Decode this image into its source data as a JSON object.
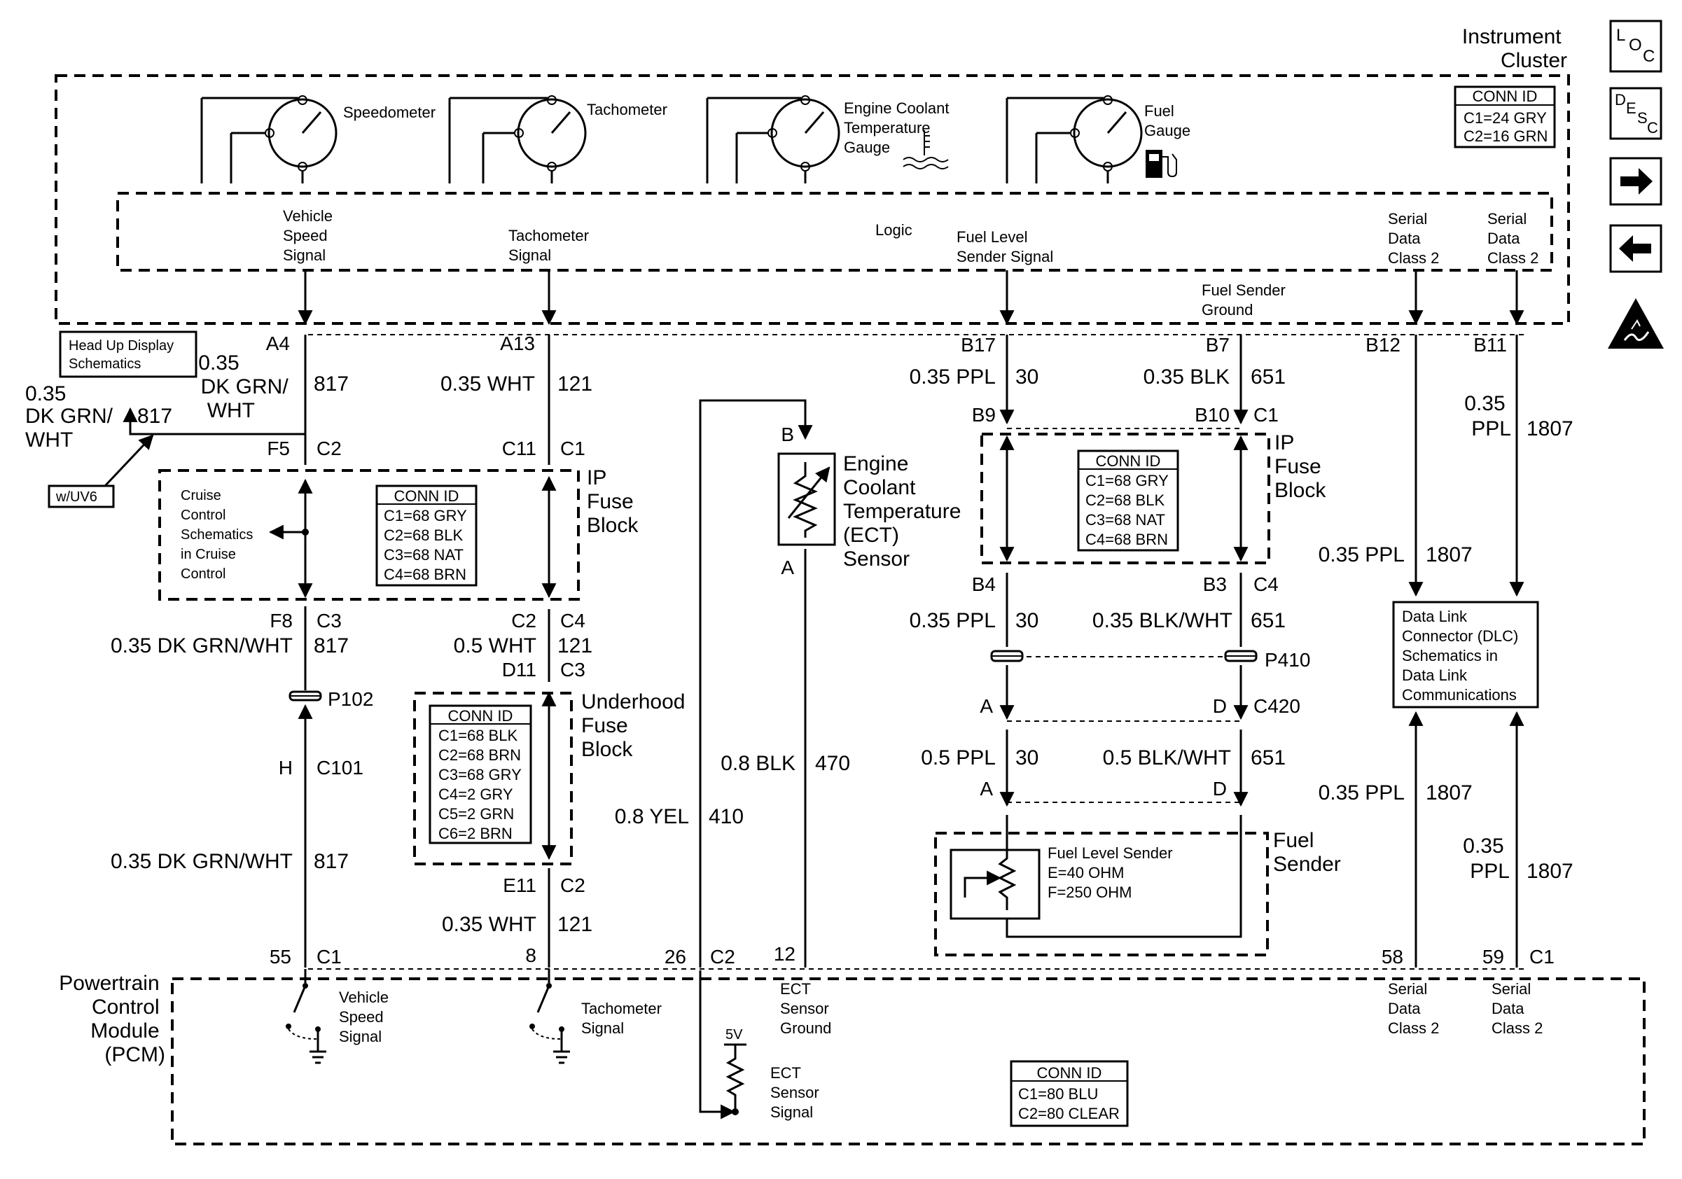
{
  "modules": {
    "instrument_cluster": [
      "Instrument",
      "Cluster"
    ],
    "pcm": [
      "Powertrain",
      "Control",
      "Module",
      "(PCM)"
    ],
    "ip_fuse_block": [
      "IP",
      "Fuse",
      "Block"
    ],
    "underhood_fuse_block": [
      "Underhood",
      "Fuse",
      "Block"
    ],
    "fuel_sender": [
      "Fuel",
      "Sender"
    ],
    "ect_sensor": [
      "Engine",
      "Coolant",
      "Temperature",
      "(ECT)",
      "Sensor"
    ]
  },
  "gauges": {
    "speedometer": "Speedometer",
    "tachometer": "Tachometer",
    "ect_gauge": [
      "Engine Coolant",
      "Temperature",
      "Gauge"
    ],
    "fuel_gauge": [
      "Fuel",
      "Gauge"
    ]
  },
  "cluster_signals": {
    "vss": [
      "Vehicle",
      "Speed",
      "Signal"
    ],
    "tach": [
      "Tachometer",
      "Signal"
    ],
    "logic": "Logic",
    "fuel_level": [
      "Fuel Level",
      "Sender Signal"
    ],
    "fuel_ground": [
      "Fuel Sender",
      "Ground"
    ],
    "serial1": [
      "Serial",
      "Data",
      "Class 2"
    ],
    "serial2": [
      "Serial",
      "Data",
      "Class 2"
    ]
  },
  "conn_ids": {
    "cluster": {
      "title": "CONN ID",
      "lines": [
        "C1=24 GRY",
        "C2=16 GRN"
      ]
    },
    "ip_left": {
      "title": "CONN ID",
      "lines": [
        "C1=68 GRY",
        "C2=68 BLK",
        "C3=68 NAT",
        "C4=68 BRN"
      ]
    },
    "ip_right": {
      "title": "CONN ID",
      "lines": [
        "C1=68 GRY",
        "C2=68 BLK",
        "C3=68 NAT",
        "C4=68 BRN"
      ]
    },
    "underhood": {
      "title": "CONN ID",
      "lines": [
        "C1=68 BLK",
        "C2=68 BRN",
        "C3=68 GRY",
        "C4=2 GRY",
        "C5=2 GRN",
        "C6=2 BRN"
      ]
    },
    "pcm": {
      "title": "CONN ID",
      "lines": [
        "C1=80 BLU",
        "C2=80 CLEAR"
      ]
    }
  },
  "reference_boxes": {
    "hud": [
      "Head Up Display",
      "Schematics"
    ],
    "uv6": "w/UV6",
    "cruise": [
      "Cruise",
      "Control",
      "Schematics",
      "in Cruise",
      "Control"
    ],
    "dlc": [
      "Data Link",
      "Connector (DLC)",
      "Schematics in",
      "Data Link",
      "Communications"
    ],
    "fuel_level_sender": [
      "Fuel Level Sender",
      "E=40 OHM",
      "F=250 OHM"
    ]
  },
  "pins": {
    "A4": "A4",
    "A13": "A13",
    "B17": "B17",
    "B7": "B7",
    "B12": "B12",
    "B11": "B11",
    "F5": "F5",
    "C2a": "C2",
    "C11": "C11",
    "C1a": "C1",
    "F8": "F8",
    "C3a": "C3",
    "C2b": "C2",
    "C4a": "C4",
    "D11": "D11",
    "C3b": "C3",
    "P102": "P102",
    "H": "H",
    "C101": "C101",
    "E11": "E11",
    "C2c": "C2",
    "B9": "B9",
    "B10": "B10",
    "C1b": "C1",
    "B4": "B4",
    "B3": "B3",
    "C4b": "C4",
    "P410": "P410",
    "A1": "A",
    "D1": "D",
    "C420": "C420",
    "A2": "A",
    "D2": "D",
    "B": "B",
    "A3": "A",
    "p55": "55",
    "C1c": "C1",
    "p8": "8",
    "p26": "26",
    "C2d": "C2",
    "p12": "12",
    "p58": "58",
    "p59": "59",
    "C1d": "C1"
  },
  "wires": {
    "w817a": [
      "0.35",
      "DK GRN/",
      "WHT"
    ],
    "c817a": "817",
    "w817hud": [
      "0.35",
      "DK GRN/",
      "WHT"
    ],
    "c817hud": "817",
    "w121a": "0.35 WHT",
    "c121a": "121",
    "w30a": "0.35 PPL",
    "c30a": "30",
    "w651a": "0.35 BLK",
    "c651a": "651",
    "w1807a": [
      "0.35",
      "PPL"
    ],
    "c1807a": "1807",
    "w817b": "0.35 DK GRN/WHT",
    "c817b": "817",
    "w121b": "0.5 WHT",
    "c121b": "121",
    "w30b": "0.35 PPL",
    "c30b": "30",
    "w651b": "0.35 BLK/WHT",
    "c651b": "651",
    "w1807b": "0.35 PPL",
    "c1807b": "1807",
    "w30c": "0.5 PPL",
    "c30c": "30",
    "w651c": "0.5 BLK/WHT",
    "c651c": "651",
    "w470": "0.8 BLK",
    "c470": "470",
    "w410": "0.8 YEL",
    "c410": "410",
    "w1807c": "0.35 PPL",
    "c1807c": "1807",
    "w1807d": [
      "0.35",
      "PPL"
    ],
    "c1807d": "1807",
    "w817c": "0.35 DK GRN/WHT",
    "c817c": "817",
    "w121c": "0.35 WHT",
    "c121c": "121"
  },
  "pcm_signals": {
    "vss": [
      "Vehicle",
      "Speed",
      "Signal"
    ],
    "tach": [
      "Tachometer",
      "Signal"
    ],
    "ect_ground": [
      "ECT",
      "Sensor",
      "Ground"
    ],
    "ect_signal": [
      "ECT",
      "Sensor",
      "Signal"
    ],
    "v5": "5V",
    "serial1": [
      "Serial",
      "Data",
      "Class 2"
    ],
    "serial2": [
      "Serial",
      "Data",
      "Class 2"
    ]
  },
  "side_icons": {
    "loc": [
      "L",
      "O",
      "C"
    ],
    "desc": [
      "D",
      "E",
      "S",
      "C"
    ]
  }
}
